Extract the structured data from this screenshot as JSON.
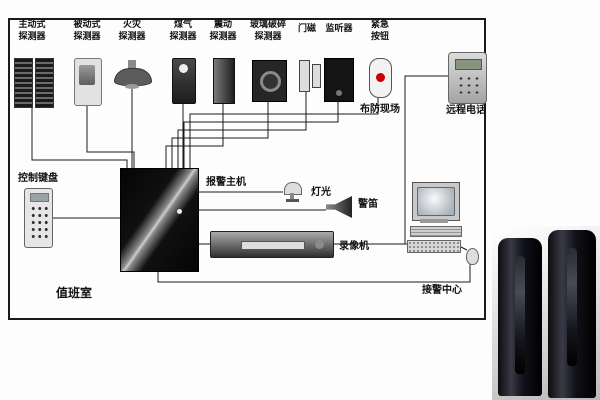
{
  "diagram": {
    "room_label": "值班室",
    "detectors": [
      {
        "name": "active-detector",
        "label": "主动式\n探测器"
      },
      {
        "name": "passive-detector",
        "label": "被动式\n探测器"
      },
      {
        "name": "fire-detector",
        "label": "火灾\n探测器"
      },
      {
        "name": "gas-detector",
        "label": "煤气\n探测器"
      },
      {
        "name": "vibration-detector",
        "label": "震动\n探测器"
      },
      {
        "name": "glass-break-detector",
        "label": "玻璃破碎\n探测器"
      },
      {
        "name": "door-magnet",
        "label": "门磁"
      },
      {
        "name": "listener",
        "label": "监听器"
      },
      {
        "name": "emergency-button",
        "label": "紧急\n按钮"
      }
    ],
    "labels": {
      "armed_site": "布防现场",
      "remote_phone": "远程电话",
      "control_keypad": "控制键盘",
      "alarm_host": "报警主机",
      "light": "灯光",
      "siren": "警笛",
      "vcr": "录像机",
      "alarm_center": "接警中心"
    },
    "icons": {
      "phone": "telephone-keypad-icon",
      "computer": "desktop-computer-icon",
      "speaker": "siren-horn-icon",
      "lamp": "strobe-light-icon",
      "towers": "ir-beam-detector-photo"
    },
    "colors": {
      "wire": "#1a1a1a",
      "alert_red": "#cc0000",
      "room_border": "#1a1a1a"
    }
  }
}
